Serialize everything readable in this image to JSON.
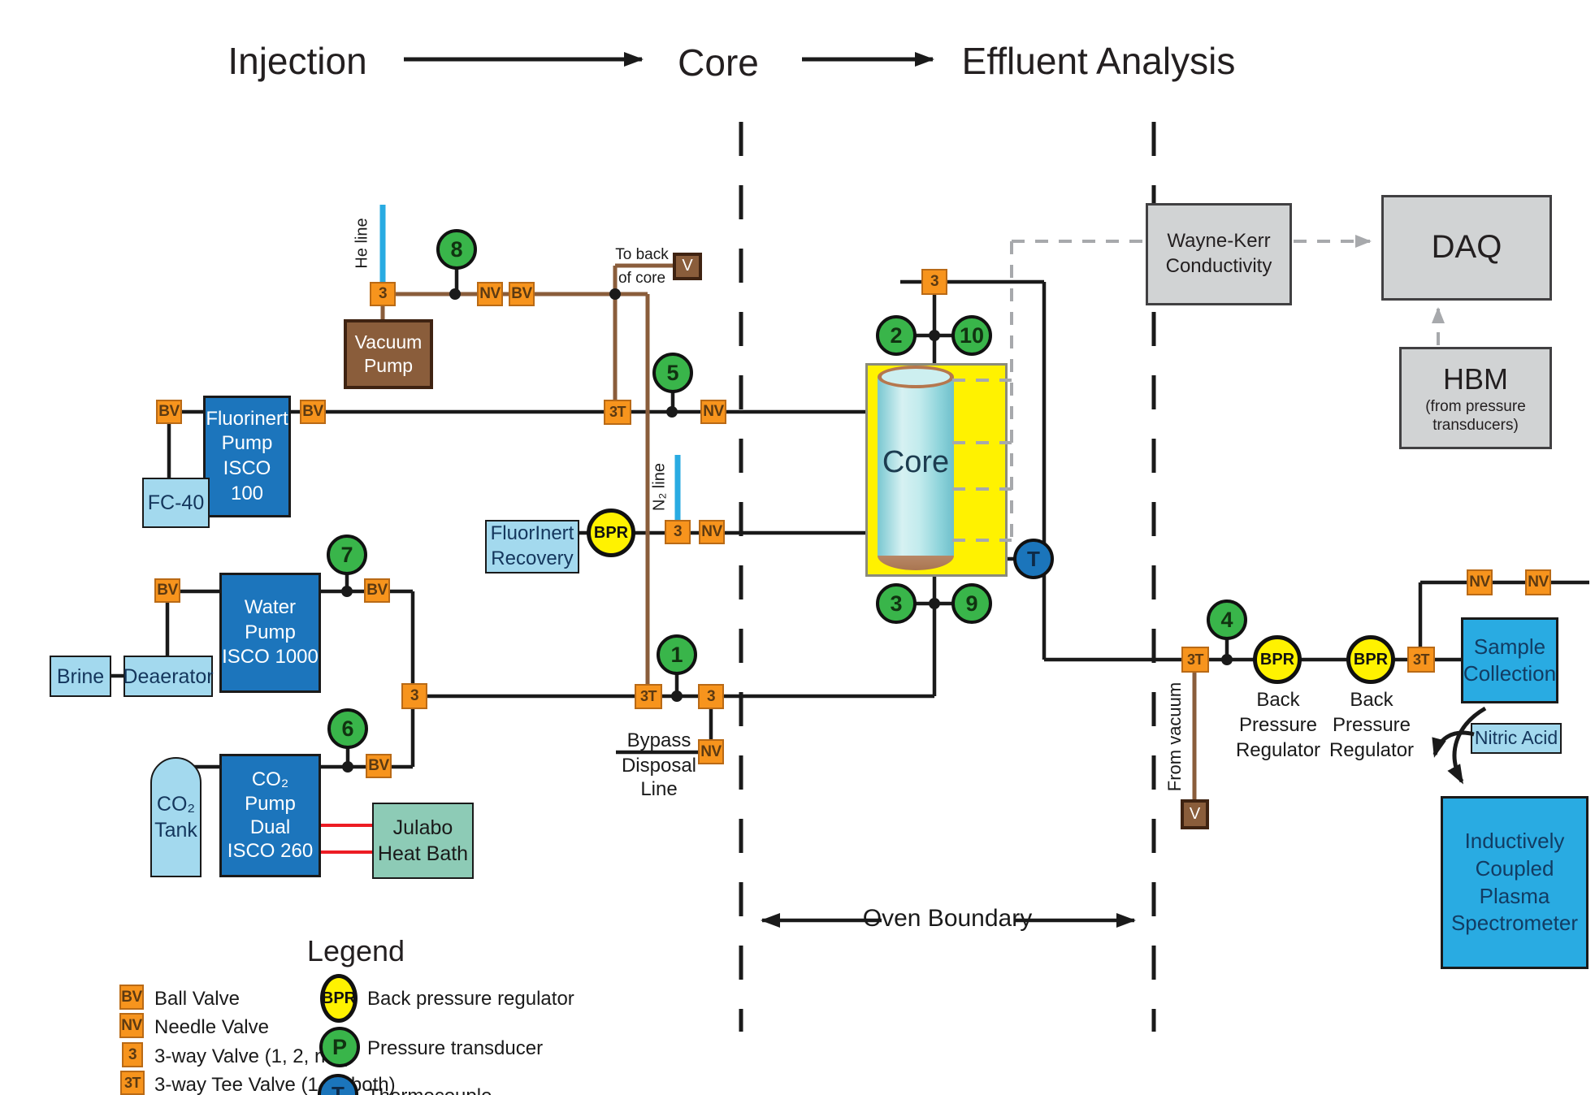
{
  "flow_header": {
    "injection": "Injection",
    "core": "Core",
    "effluent": "Effluent Analysis"
  },
  "oven_boundary_label": "Oven Boundary",
  "valve_glyphs": {
    "ball": "BV",
    "needle": "NV",
    "three_way": "3",
    "three_way_tee": "3T",
    "vent": "V"
  },
  "instrument_glyphs": {
    "bpr": "BPR",
    "pressure": "P",
    "thermocouple": "T"
  },
  "transducers": [
    "1",
    "2",
    "3",
    "4",
    "5",
    "6",
    "7",
    "8",
    "9",
    "10"
  ],
  "equipment": {
    "vacuum_pump": "Vacuum\nPump",
    "fluorinert_pump": "Fluorinert\nPump\nISCO 100",
    "fc40": "FC-40",
    "water_pump": "Water\nPump\nISCO 1000",
    "brine": "Brine",
    "deaerator": "Deaerator",
    "co2_tank": "CO₂\nTank",
    "co2_pump": "CO₂\nPump\nDual\nISCO 260",
    "julabo": "Julabo\nHeat Bath",
    "fluorinert_recovery": "FluorInert\nRecovery",
    "core_sample": "Core",
    "wayne_kerr": "Wayne-Kerr\nConductivity",
    "daq": "DAQ",
    "hbm": "HBM",
    "hbm_sub": "(from pressure\ntransducers)",
    "sample_collection": "Sample\nCollection",
    "nitric_acid": "Nitric Acid",
    "icp": "Inductively\nCoupled\nPlasma\nSpectrometer"
  },
  "line_labels": {
    "he_line": "He line",
    "n2_line": "N₂ line",
    "to_back": "To back",
    "of_core": "of core",
    "from_vacuum": "From vacuum",
    "bypass": "Bypass",
    "disposal": "Disposal",
    "line": "Line",
    "back_pressure_regulator": "Back\nPressure\nRegulator"
  },
  "legend": {
    "title": "Legend",
    "items": [
      {
        "icon": "BV",
        "label": "Ball Valve"
      },
      {
        "icon": "NV",
        "label": "Needle Valve"
      },
      {
        "icon": "3",
        "label": "3-way Valve (1, 2, null)"
      },
      {
        "icon": "3T",
        "label": "3-way Tee Valve (1, 2, both)"
      },
      {
        "icon": "BPR",
        "label": "Back pressure regulator"
      },
      {
        "icon": "P",
        "label": "Pressure transducer"
      },
      {
        "icon": "T",
        "label": "Thermocouple"
      }
    ]
  },
  "colors": {
    "valve_orange": "#F7941D",
    "transducer_green": "#39B54A",
    "bpr_yellow": "#FFF200",
    "thermocouple_blue": "#1B75BB",
    "pump_blue": "#1C75BC",
    "light_blue": "#A3D9EE",
    "cyan": "#29ABE2",
    "brown": "#8A5D3B",
    "teal": "#8DCBB6",
    "gray_box": "#D1D3D4",
    "oven_yellow": "#FFF200",
    "red_line": "#ED1C24",
    "gray_dash": "#A7A9AC",
    "supply_line_blue": "#29ABE2"
  }
}
